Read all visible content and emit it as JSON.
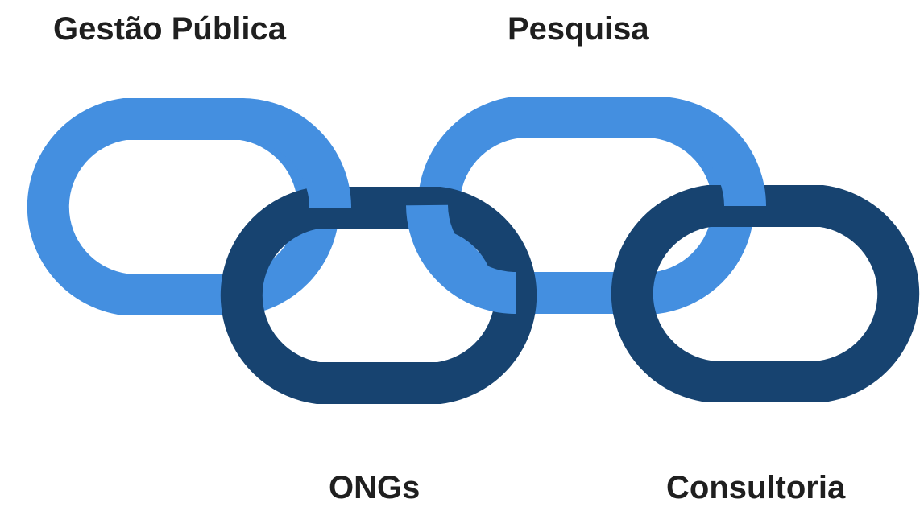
{
  "labels": {
    "gestao_publica": "Gestão Pública",
    "pesquisa": "Pesquisa",
    "ongs": "ONGs",
    "consultoria": "Consultoria"
  },
  "colors": {
    "light_link": "#448fe0",
    "dark_link": "#174370",
    "text": "#1f1f1f",
    "background": "#ffffff"
  }
}
